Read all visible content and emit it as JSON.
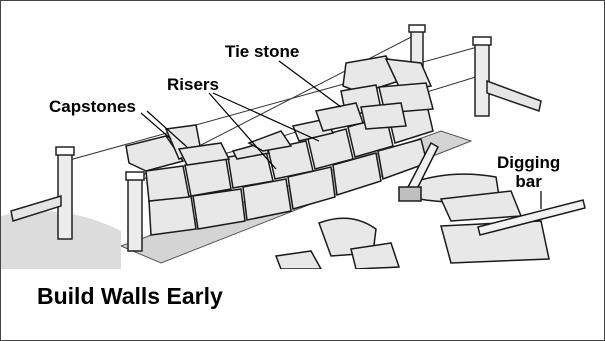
{
  "labels": {
    "tie_stone": "Tie stone",
    "risers": "Risers",
    "capstones": "Capstones",
    "digging_bar_line1": "Digging",
    "digging_bar_line2": "bar"
  },
  "caption": "Build Walls Early",
  "colors": {
    "background": "#ffffff",
    "ink": "#1a1a1a",
    "stone_fill": "#e8e8e8",
    "ground_fill": "#d4d4d4"
  }
}
